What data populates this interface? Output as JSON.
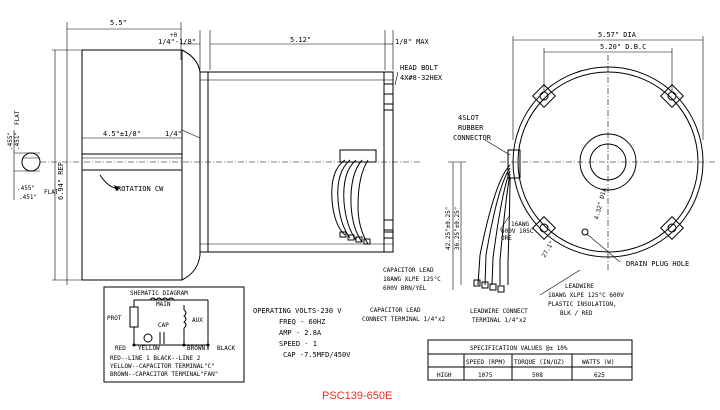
{
  "title": "PSC139-650E",
  "colors": {
    "title": "#e0311c",
    "ink": "#000000"
  },
  "dims": {
    "d_5_5": "5.5\"",
    "d_plus0": "+0",
    "d_14_18": "1/4\"-1/8\"",
    "d_5_12": "5.12\"",
    "d_18max": "1/8\" MAX",
    "d_557": "5.57\" DIA",
    "d_520": "5.20\" D.B.C",
    "d_455a": ".455\"",
    "d_451a": ".451\"",
    "d_flat1": "FLAT",
    "d_455b": ".455\"",
    "d_451b": ".451\"",
    "d_flat2": "FLAT",
    "d_45": "4.5\"±1/8\"",
    "d_14": "1/4\"",
    "d_694": "6.94\" REF",
    "d_4225": "42.25\"±0.25\"",
    "d_3625": "36.25\"±0.25\"",
    "d_271": "27.1\"",
    "d_432": "4.32\" DIA"
  },
  "labels": {
    "head_bolt_1": "HEAD BOLT",
    "head_bolt_2": "4X#8-32HEX",
    "slot_1": "4SLOT",
    "slot_2": "RUBBER",
    "slot_3": "CONNECTOR",
    "rotation": "ROTATION CW",
    "awg16_1": "16AWG",
    "awg16_2": "600V 105C",
    "awg16_3": "ORE",
    "cap_lead_1": "CAPACITOR LEAD",
    "cap_lead_2": "18AWG XLPE 125°C",
    "cap_lead_3": "600V BRN/YEL",
    "leadwire_1": "LEADWIRE",
    "leadwire_2": "18AWG XLPE 125°C 600V",
    "leadwire_3": "PLASTIC INSULATION,",
    "leadwire_4": "BLK / RED",
    "drain": "DRAIN PLUG HOLE",
    "cap_conn_1": "CAPACITOR LEAD",
    "cap_conn_2": "CONNECT TERMINAL 1/4\"x2",
    "lead_conn_1": "LEADWIRE CONNECT",
    "lead_conn_2": "TERMINAL 1/4\"x2"
  },
  "schematic": {
    "title": "SHEMATIC DIAGRAM",
    "main": "MAIN",
    "prot": "PROT",
    "cap": "CAP",
    "aux": "AUX",
    "red": "RED",
    "yellow": "YELLOW",
    "brown": "BROWN",
    "black": "BLACK",
    "l1": "RED--LINE 1  BLACK--LINE 2",
    "l2": "YELLOW--CAPACITOR TERMINAL\"C\"",
    "l3": "BROWN--CAPACITOR TERMINAL\"FAN\""
  },
  "operating": [
    "OPERATING VOLTS-230 V",
    "FREQ - 60HZ",
    "AMP - 2.8A",
    "SPEED - 1",
    "CAP -7.5MFD/450V"
  ],
  "spec_table": {
    "title": "SPECIFICATION VALUES @± 10%",
    "headers": [
      "SPEED (RPM)",
      "TORQUE (IN/OZ)",
      "WATTS (W)"
    ],
    "row": [
      "HIGH",
      "1075",
      "508",
      "625"
    ]
  }
}
